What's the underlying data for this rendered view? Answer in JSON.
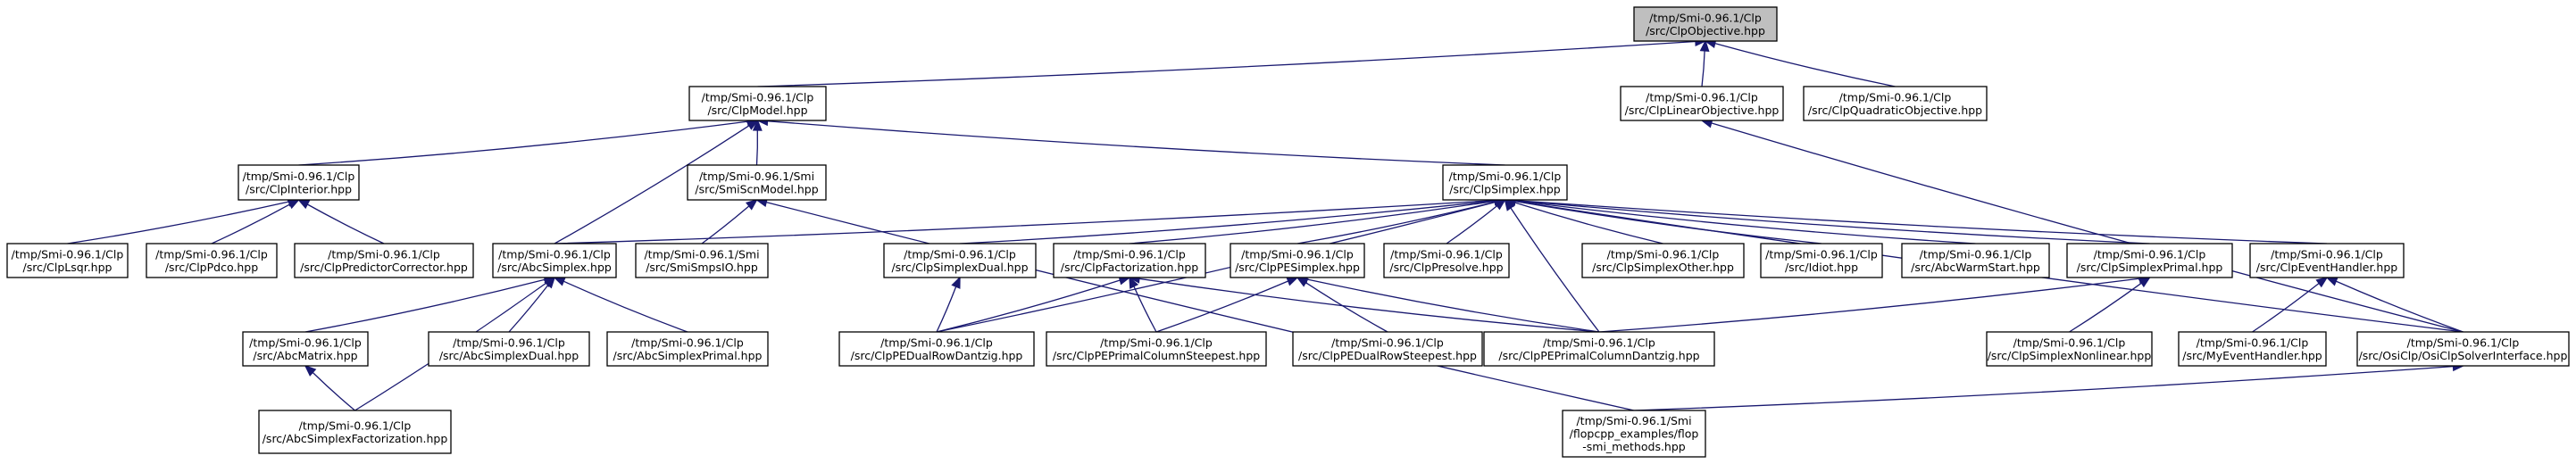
{
  "graph": {
    "nodes": [
      {
        "id": "clp_objective",
        "lines": [
          "/tmp/Smi-0.96.1/Clp",
          "/src/ClpObjective.hpp"
        ],
        "root": true
      },
      {
        "id": "clp_model",
        "lines": [
          "/tmp/Smi-0.96.1/Clp",
          "/src/ClpModel.hpp"
        ]
      },
      {
        "id": "clp_linear_objective",
        "lines": [
          "/tmp/Smi-0.96.1/Clp",
          "/src/ClpLinearObjective.hpp"
        ]
      },
      {
        "id": "clp_quadratic_objective",
        "lines": [
          "/tmp/Smi-0.96.1/Clp",
          "/src/ClpQuadraticObjective.hpp"
        ]
      },
      {
        "id": "clp_interior",
        "lines": [
          "/tmp/Smi-0.96.1/Clp",
          "/src/ClpInterior.hpp"
        ]
      },
      {
        "id": "smi_scn_model",
        "lines": [
          "/tmp/Smi-0.96.1/Smi",
          "/src/SmiScnModel.hpp"
        ]
      },
      {
        "id": "clp_simplex",
        "lines": [
          "/tmp/Smi-0.96.1/Clp",
          "/src/ClpSimplex.hpp"
        ]
      },
      {
        "id": "clp_lsqr",
        "lines": [
          "/tmp/Smi-0.96.1/Clp",
          "/src/ClpLsqr.hpp"
        ]
      },
      {
        "id": "clp_pdco",
        "lines": [
          "/tmp/Smi-0.96.1/Clp",
          "/src/ClpPdco.hpp"
        ]
      },
      {
        "id": "clp_predictor_corrector",
        "lines": [
          "/tmp/Smi-0.96.1/Clp",
          "/src/ClpPredictorCorrector.hpp"
        ]
      },
      {
        "id": "abc_simplex",
        "lines": [
          "/tmp/Smi-0.96.1/Clp",
          "/src/AbcSimplex.hpp"
        ]
      },
      {
        "id": "smi_smps_io",
        "lines": [
          "/tmp/Smi-0.96.1/Smi",
          "/src/SmiSmpsIO.hpp"
        ]
      },
      {
        "id": "clp_simplex_dual",
        "lines": [
          "/tmp/Smi-0.96.1/Clp",
          "/src/ClpSimplexDual.hpp"
        ]
      },
      {
        "id": "clp_factorization",
        "lines": [
          "/tmp/Smi-0.96.1/Clp",
          "/src/ClpFactorization.hpp"
        ]
      },
      {
        "id": "clp_pe_simplex",
        "lines": [
          "/tmp/Smi-0.96.1/Clp",
          "/src/ClpPESimplex.hpp"
        ]
      },
      {
        "id": "clp_presolve",
        "lines": [
          "/tmp/Smi-0.96.1/Clp",
          "/src/ClpPresolve.hpp"
        ]
      },
      {
        "id": "clp_simplex_other",
        "lines": [
          "/tmp/Smi-0.96.1/Clp",
          "/src/ClpSimplexOther.hpp"
        ]
      },
      {
        "id": "idiot",
        "lines": [
          "/tmp/Smi-0.96.1/Clp",
          "/src/Idiot.hpp"
        ]
      },
      {
        "id": "abc_warm_start",
        "lines": [
          "/tmp/Smi-0.96.1/Clp",
          "/src/AbcWarmStart.hpp"
        ]
      },
      {
        "id": "clp_simplex_primal",
        "lines": [
          "/tmp/Smi-0.96.1/Clp",
          "/src/ClpSimplexPrimal.hpp"
        ]
      },
      {
        "id": "clp_event_handler",
        "lines": [
          "/tmp/Smi-0.96.1/Clp",
          "/src/ClpEventHandler.hpp"
        ]
      },
      {
        "id": "abc_matrix",
        "lines": [
          "/tmp/Smi-0.96.1/Clp",
          "/src/AbcMatrix.hpp"
        ]
      },
      {
        "id": "abc_simplex_dual",
        "lines": [
          "/tmp/Smi-0.96.1/Clp",
          "/src/AbcSimplexDual.hpp"
        ]
      },
      {
        "id": "abc_simplex_primal",
        "lines": [
          "/tmp/Smi-0.96.1/Clp",
          "/src/AbcSimplexPrimal.hpp"
        ]
      },
      {
        "id": "clp_pe_dual_row_dantzig",
        "lines": [
          "/tmp/Smi-0.96.1/Clp",
          "/src/ClpPEDualRowDantzig.hpp"
        ]
      },
      {
        "id": "clp_pe_primal_column_steepest",
        "lines": [
          "/tmp/Smi-0.96.1/Clp",
          "/src/ClpPEPrimalColumnSteepest.hpp"
        ]
      },
      {
        "id": "clp_pe_dual_row_steepest",
        "lines": [
          "/tmp/Smi-0.96.1/Clp",
          "/src/ClpPEDualRowSteepest.hpp"
        ]
      },
      {
        "id": "clp_pe_primal_column_dantzig",
        "lines": [
          "/tmp/Smi-0.96.1/Clp",
          "/src/ClpPEPrimalColumnDantzig.hpp"
        ]
      },
      {
        "id": "clp_simplex_nonlinear",
        "lines": [
          "/tmp/Smi-0.96.1/Clp",
          "/src/ClpSimplexNonlinear.hpp"
        ]
      },
      {
        "id": "my_event_handler",
        "lines": [
          "/tmp/Smi-0.96.1/Clp",
          "/src/MyEventHandler.hpp"
        ]
      },
      {
        "id": "osi_clp_solver_interface",
        "lines": [
          "/tmp/Smi-0.96.1/Clp",
          "/src/OsiClp/OsiClpSolverInterface.hpp"
        ]
      },
      {
        "id": "abc_simplex_factorization",
        "lines": [
          "/tmp/Smi-0.96.1/Clp",
          "/src/AbcSimplexFactorization.hpp"
        ]
      },
      {
        "id": "flop_smi_methods",
        "lines": [
          "/tmp/Smi-0.96.1/Smi",
          "/flopcpp_examples/flop",
          "-smi_methods.hpp"
        ]
      }
    ],
    "edges": [
      {
        "from": "clp_model",
        "to": "clp_objective"
      },
      {
        "from": "clp_linear_objective",
        "to": "clp_objective"
      },
      {
        "from": "clp_quadratic_objective",
        "to": "clp_objective"
      },
      {
        "from": "clp_interior",
        "to": "clp_model"
      },
      {
        "from": "smi_scn_model",
        "to": "clp_model"
      },
      {
        "from": "clp_simplex",
        "to": "clp_model"
      },
      {
        "from": "abc_simplex",
        "to": "clp_model"
      },
      {
        "from": "osi_clp_solver_interface",
        "to": "clp_linear_objective"
      },
      {
        "from": "clp_lsqr",
        "to": "clp_interior"
      },
      {
        "from": "clp_pdco",
        "to": "clp_interior"
      },
      {
        "from": "clp_predictor_corrector",
        "to": "clp_interior"
      },
      {
        "from": "smi_smps_io",
        "to": "smi_scn_model"
      },
      {
        "from": "flop_smi_methods",
        "to": "smi_scn_model"
      },
      {
        "from": "abc_simplex",
        "to": "clp_simplex"
      },
      {
        "from": "clp_simplex_dual",
        "to": "clp_simplex"
      },
      {
        "from": "clp_factorization",
        "to": "clp_simplex"
      },
      {
        "from": "clp_pe_simplex",
        "to": "clp_simplex"
      },
      {
        "from": "clp_presolve",
        "to": "clp_simplex"
      },
      {
        "from": "clp_simplex_other",
        "to": "clp_simplex"
      },
      {
        "from": "idiot",
        "to": "clp_simplex"
      },
      {
        "from": "abc_warm_start",
        "to": "clp_simplex"
      },
      {
        "from": "clp_simplex_primal",
        "to": "clp_simplex"
      },
      {
        "from": "clp_event_handler",
        "to": "clp_simplex"
      },
      {
        "from": "clp_pe_dual_row_dantzig",
        "to": "clp_simplex"
      },
      {
        "from": "clp_pe_primal_column_dantzig",
        "to": "clp_simplex"
      },
      {
        "from": "osi_clp_solver_interface",
        "to": "clp_simplex"
      },
      {
        "from": "abc_matrix",
        "to": "abc_simplex"
      },
      {
        "from": "abc_simplex_dual",
        "to": "abc_simplex"
      },
      {
        "from": "abc_simplex_primal",
        "to": "abc_simplex"
      },
      {
        "from": "abc_simplex_factorization",
        "to": "abc_simplex"
      },
      {
        "from": "abc_simplex_factorization",
        "to": "abc_matrix"
      },
      {
        "from": "clp_pe_dual_row_dantzig",
        "to": "clp_simplex_dual"
      },
      {
        "from": "clp_pe_dual_row_dantzig",
        "to": "clp_factorization"
      },
      {
        "from": "clp_pe_primal_column_steepest",
        "to": "clp_factorization"
      },
      {
        "from": "clp_pe_primal_column_dantzig",
        "to": "clp_factorization"
      },
      {
        "from": "clp_pe_primal_column_steepest",
        "to": "clp_pe_simplex"
      },
      {
        "from": "clp_pe_dual_row_steepest",
        "to": "clp_pe_simplex"
      },
      {
        "from": "clp_pe_primal_column_dantzig",
        "to": "clp_pe_simplex"
      },
      {
        "from": "clp_simplex_nonlinear",
        "to": "clp_simplex_primal"
      },
      {
        "from": "clp_pe_primal_column_dantzig",
        "to": "clp_simplex_primal"
      },
      {
        "from": "my_event_handler",
        "to": "clp_event_handler"
      },
      {
        "from": "osi_clp_solver_interface",
        "to": "clp_event_handler"
      },
      {
        "from": "flop_smi_methods",
        "to": "osi_clp_solver_interface"
      }
    ]
  }
}
